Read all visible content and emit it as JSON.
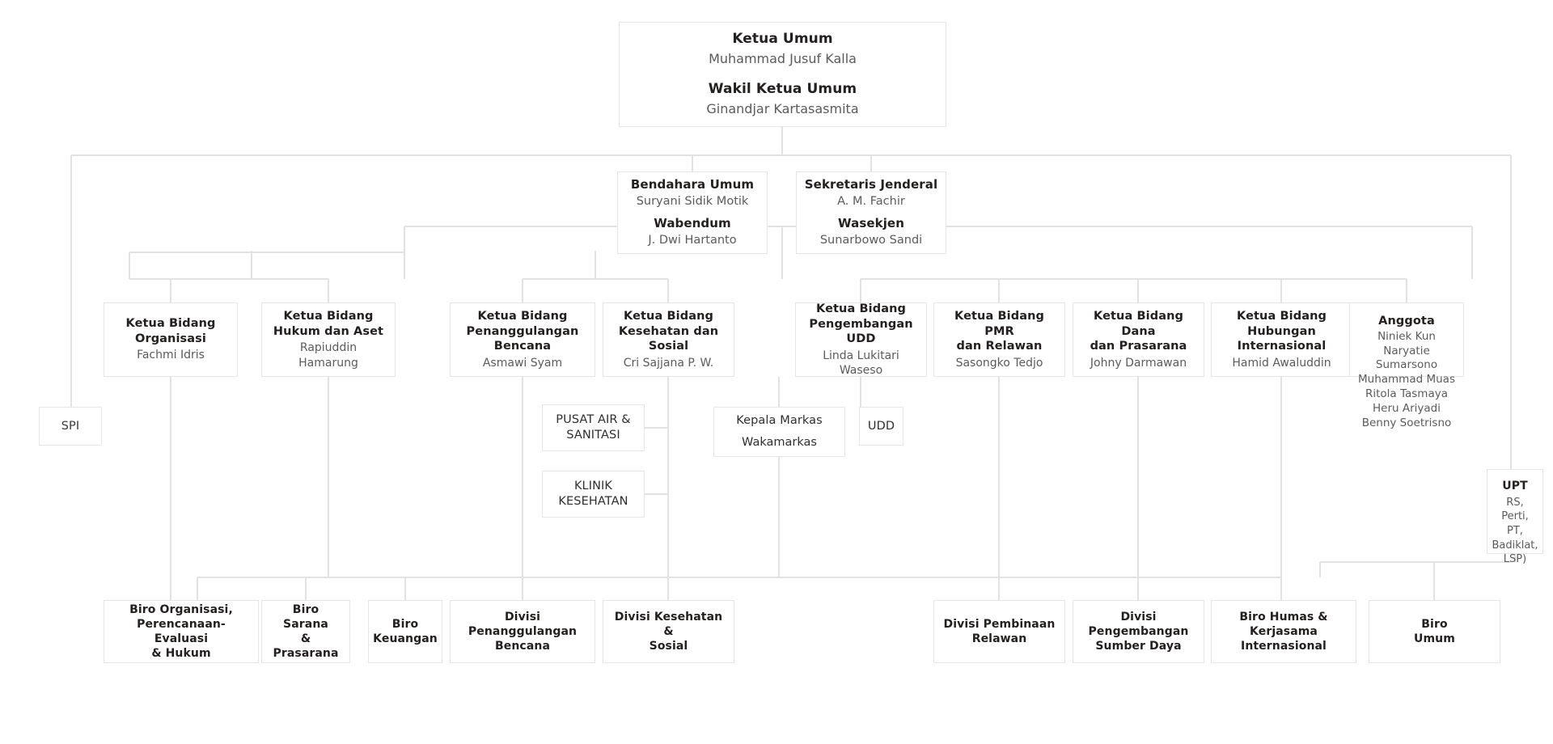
{
  "chart": {
    "type": "org-chart",
    "title": "Struktur Organisasi"
  },
  "executive": {
    "role1": "Ketua Umum",
    "name1": "Muhammad Jusuf Kalla",
    "role2": "Wakil Ketua Umum",
    "name2": "Ginandjar Kartasasmita"
  },
  "treasury": {
    "role1": "Bendahara Umum",
    "name1": "Suryani Sidik Motik",
    "role2": "Wabendum",
    "name2": "J. Dwi Hartanto"
  },
  "secretariat": {
    "role1": "Sekretaris Jenderal",
    "name1": "A. M. Fachir",
    "role2": "Wasekjen",
    "name2": "Sunarbowo Sandi"
  },
  "divisions": [
    {
      "title": "Ketua Bidang\nOrganisasi",
      "name": "Fachmi Idris"
    },
    {
      "title": "Ketua Bidang\nHukum dan Aset",
      "name": "Rapiuddin Hamarung"
    },
    {
      "title": "Ketua Bidang\nPenanggulangan Bencana",
      "name": "Asmawi Syam"
    },
    {
      "title": "Ketua Bidang\nKesehatan dan Sosial",
      "name": "Cri Sajjana P. W."
    },
    {
      "title": "Ketua Bidang\nPengembangan UDD",
      "name": "Linda Lukitari Waseso"
    },
    {
      "title": "Ketua Bidang PMR\ndan Relawan",
      "name": "Sasongko Tedjo"
    },
    {
      "title": "Ketua Bidang Dana\ndan Prasarana",
      "name": "Johny Darmawan"
    },
    {
      "title": "Ketua Bidang\nHubungan Internasional",
      "name": "Hamid Awaluddin"
    }
  ],
  "members": {
    "title": "Anggota",
    "names": "Niniek Kun Naryatie\nSumarsono\nMuhammad Muas\nRitola Tasmaya\nHeru Ariyadi\nBenny Soetrisno"
  },
  "units": {
    "spi": "SPI",
    "pusat_air": "PUSAT AIR &\nSANITASI",
    "klinik": "KLINIK\nKESEHATAN",
    "markas_role": "Kepala Markas",
    "markas_sub": "Wakamarkas",
    "udd": "UDD",
    "upt_title": "UPT",
    "upt_sub": "RS, Perti,\nPT,\nBadiklat,\nLSP)"
  },
  "bureaus": [
    "Biro Organisasi,\nPerencanaan-Evaluasi\n& Hukum",
    "Biro Sarana\n& Prasarana",
    "Biro\nKeuangan",
    "Divisi Penanggulangan\nBencana",
    "Divisi Kesehatan &\nSosial",
    "Divisi Pembinaan\nRelawan",
    "Divisi Pengembangan\nSumber Daya",
    "Biro Humas & Kerjasama\nInternasional",
    "Biro\nUmum"
  ],
  "colors": {
    "box_border": "#e6e6e6",
    "line": "#e2e2e2",
    "title_text": "#23201f",
    "name_text": "#5b5b5b",
    "background": "#ffffff"
  }
}
